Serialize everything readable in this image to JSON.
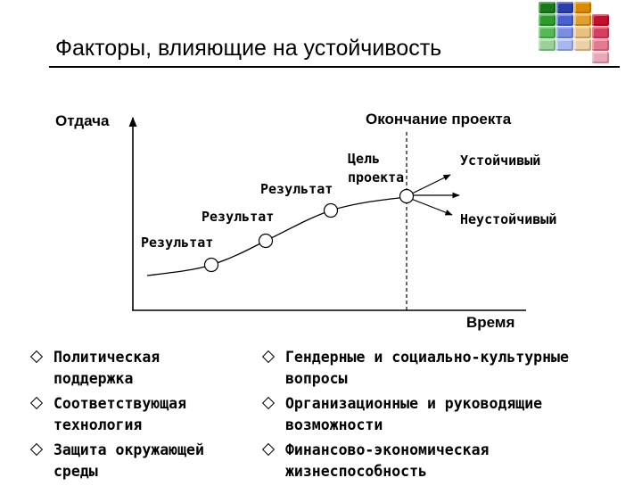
{
  "slide": {
    "title": "Факторы, влияющие на устойчивость"
  },
  "logo": {
    "icon": "color-cubes-logo",
    "colors": [
      "#1a7a1a",
      "#2a3fa8",
      "#d98a00",
      "#2f9a2f",
      "#4a60cc",
      "#e0a030",
      "#c0102a",
      "#58b858",
      "#7a8ee0",
      "#e8c080",
      "#d64060",
      "#9ad09a",
      "#a8b8ee",
      "#ecd0a8",
      "#e27a90",
      "#e8a8b8"
    ]
  },
  "diagram": {
    "y_axis_label": "Отдача",
    "x_axis_label": "Время",
    "project_end_label": "Окончание проекта",
    "milestones": [
      {
        "label": "Результат"
      },
      {
        "label": "Результат"
      },
      {
        "label": "Результат"
      }
    ],
    "goal_label_line1": "Цель",
    "goal_label_line2": "проекта",
    "outcome_sustainable": "Устойчивый",
    "outcome_unsustainable": "Неустойчивый"
  },
  "factors_left": [
    {
      "line1": "Политическая",
      "line2": "поддержка"
    },
    {
      "line1": "Соответствующая",
      "line2": "технология"
    },
    {
      "line1": "Защита окружающей",
      "line2": "среды"
    }
  ],
  "factors_right": [
    {
      "line1": "Гендерные и социально-культурные",
      "line2": "вопросы"
    },
    {
      "line1": "Организационные и руководящие",
      "line2": "возможности"
    },
    {
      "line1": "Финансово-экономическая",
      "line2": "жизнеспособность"
    }
  ]
}
